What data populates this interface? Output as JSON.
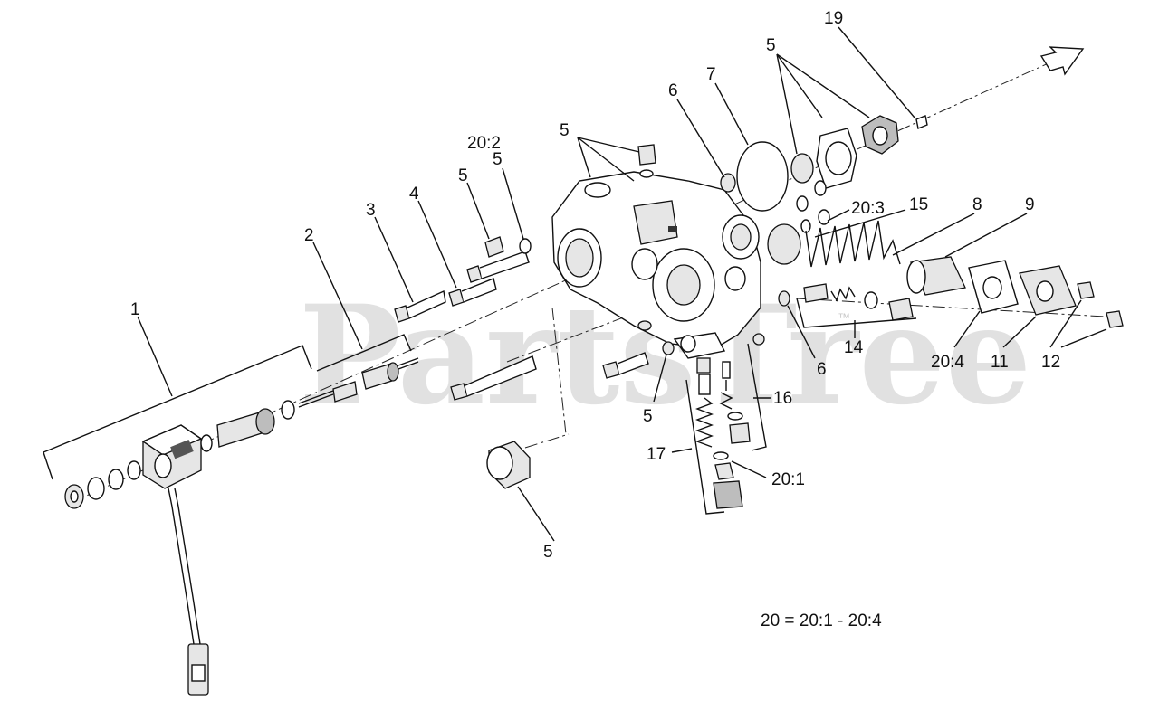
{
  "watermark": {
    "text": "PartsTree",
    "trademark": "™"
  },
  "footnote": "20 = 20:1 - 20:4",
  "callouts": {
    "c1": "1",
    "c2": "2",
    "c3": "3",
    "c4": "4",
    "c5_stem_bolt": "5",
    "c5_stem_oring": "5",
    "c5_housing_top": "5",
    "c5_gear_trio": "5",
    "c5_bottom_fitting": "5",
    "c5_cap": "5",
    "c6_top": "6",
    "c6_right": "6",
    "c7": "7",
    "c8": "8",
    "c9": "9",
    "c11": "11",
    "c12": "12",
    "c14": "14",
    "c15": "15",
    "c16": "16",
    "c17": "17",
    "c19": "19",
    "c20_1": "20:1",
    "c20_2": "20:2",
    "c20_3": "20:3",
    "c20_4": "20:4"
  },
  "icons": {
    "direction": "direction-arrow-icon",
    "solenoid": "solenoid-coil-icon",
    "housing": "valve-housing-icon"
  }
}
